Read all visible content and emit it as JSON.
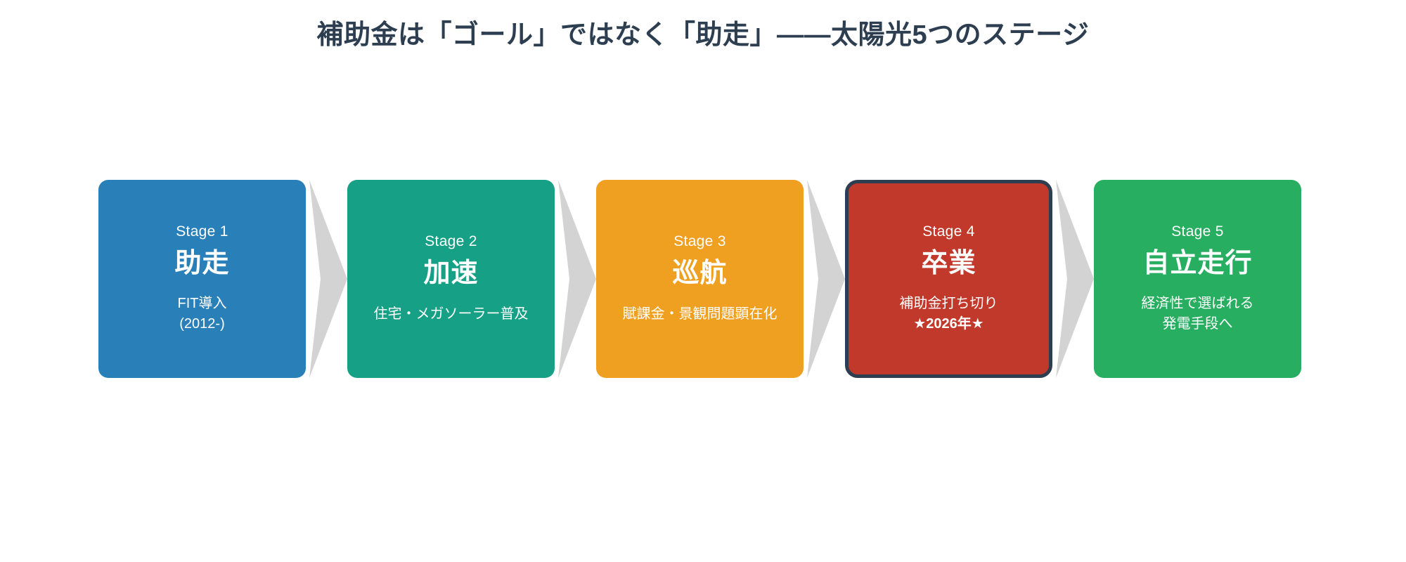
{
  "page": {
    "title": "補助金は「ゴール」ではなく「助走」——太陽光5つのステージ",
    "background_color": "#ffffff",
    "title_color": "#2c3e50"
  },
  "arrow": {
    "icon": "chevron-right-icon",
    "color": "#d3d3d3"
  },
  "stages": [
    {
      "index_label": "Stage 1",
      "name": "助走",
      "desc_lines": [
        "FIT導入",
        "(2012-)"
      ],
      "emphasis_lines": [],
      "color": "#2980b9",
      "highlighted": false
    },
    {
      "index_label": "Stage 2",
      "name": "加速",
      "desc_lines": [
        "住宅・メガソーラー普及"
      ],
      "emphasis_lines": [],
      "color": "#16a085",
      "highlighted": false
    },
    {
      "index_label": "Stage 3",
      "name": "巡航",
      "desc_lines": [
        "賦課金・景観問題顕在化"
      ],
      "emphasis_lines": [],
      "color": "#f0a020",
      "highlighted": false
    },
    {
      "index_label": "Stage 4",
      "name": "卒業",
      "desc_lines": [
        "補助金打ち切り",
        "★2026年★"
      ],
      "emphasis_lines": [
        "★2026年★"
      ],
      "color": "#c0392b",
      "highlighted": true,
      "border_color": "#2c3e50"
    },
    {
      "index_label": "Stage 5",
      "name": "自立走行",
      "desc_lines": [
        "経済性で選ばれる",
        "発電手段へ"
      ],
      "emphasis_lines": [],
      "color": "#27ae60",
      "highlighted": false
    }
  ]
}
